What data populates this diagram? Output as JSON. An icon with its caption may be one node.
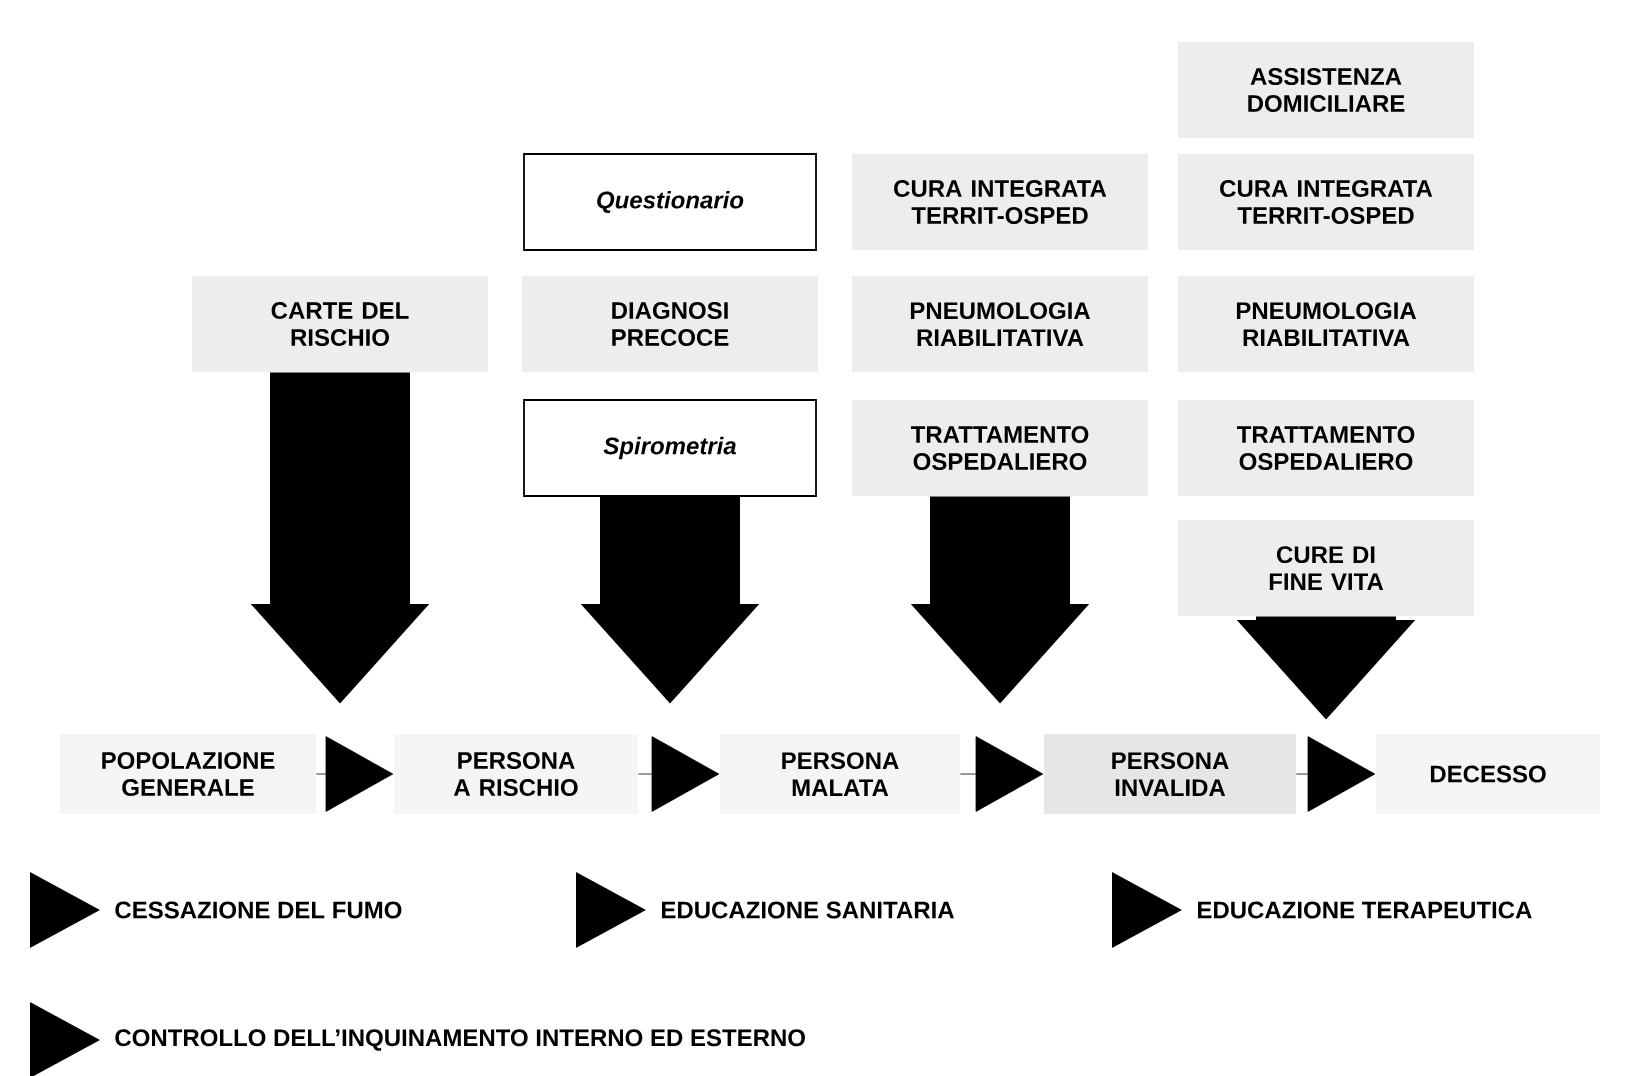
{
  "diagram": {
    "nodes": [
      {
        "text": [
          "ASSISTENZA DOMICILIARE"
        ]
      },
      {
        "text": [
          "Questionario"
        ]
      },
      {
        "text": [
          "CURA INTEGRATA TERRIT-OSPED"
        ]
      },
      {
        "text": [
          "CURA INTEGRATA TERRIT-OSPED"
        ]
      },
      {
        "text": [
          "CARTE DEL RISCHIO"
        ]
      },
      {
        "text": [
          "DIAGNOSI PRECOCE"
        ]
      },
      {
        "text": [
          "PNEUMOLOGIA RIABILITATIVA"
        ]
      },
      {
        "text": [
          "PNEUMOLOGIA RIABILITATIVA"
        ]
      },
      {
        "text": [
          "Spirometria"
        ]
      },
      {
        "text": [
          "TRATTAMENTO OSPEDALIERO"
        ]
      },
      {
        "text": [
          "TRATTAMENTO OSPEDALIERO"
        ]
      },
      {
        "text": [
          "CURE DI FINE VITA"
        ]
      },
      {
        "text": [
          "POPOLAZIONE GENERALE"
        ]
      },
      {
        "text": [
          "PERSONA A RISCHIO"
        ]
      },
      {
        "text": [
          "PERSONA MALATA"
        ]
      },
      {
        "text": [
          "PERSONA INVALIDA"
        ]
      },
      {
        "text": [
          "DECESSO"
        ]
      }
    ],
    "edges": [
      {
        "from": 12,
        "to": 13,
        "arrow": "to"
      },
      {
        "from": 13,
        "to": 14,
        "arrow": "to"
      },
      {
        "from": 14,
        "to": 15,
        "arrow": "to"
      },
      {
        "from": 15,
        "to": 16,
        "arrow": "to"
      },
      {
        "from": 4,
        "to": null,
        "arrow": "to",
        "style": "thick"
      },
      {
        "from": 8,
        "to": null,
        "arrow": "to",
        "style": "thick"
      },
      {
        "from": 9,
        "to": null,
        "arrow": "to",
        "style": "thick"
      },
      {
        "from": 11,
        "to": null,
        "arrow": "to",
        "style": "thick"
      }
    ],
    "labels": [
      "CESSAZIONE DEL FUMO",
      "EDUCAZIONE SANITARIA",
      "EDUCAZIONE TERAPEUTICA",
      "CONTROLLO DELL’INQUINAMENTO INTERNO ED ESTERNO"
    ]
  }
}
